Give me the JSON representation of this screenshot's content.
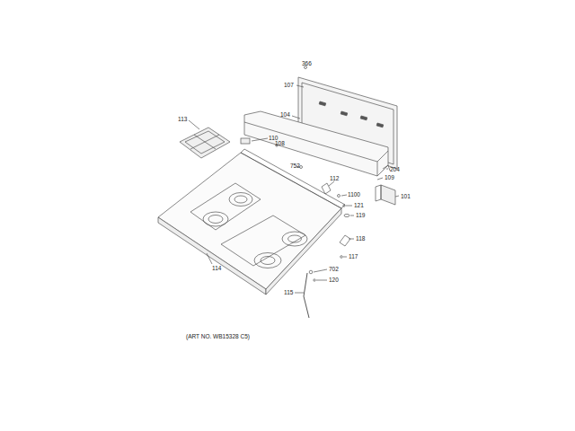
{
  "diagram": {
    "labels": [
      "366",
      "107",
      "113",
      "104",
      "110",
      "108",
      "752",
      "204",
      "112",
      "109",
      "1100",
      "101",
      "121",
      "119",
      "118",
      "117",
      "114",
      "702",
      "120",
      "115",
      "(ART NO. WB15328 C5)"
    ]
  }
}
